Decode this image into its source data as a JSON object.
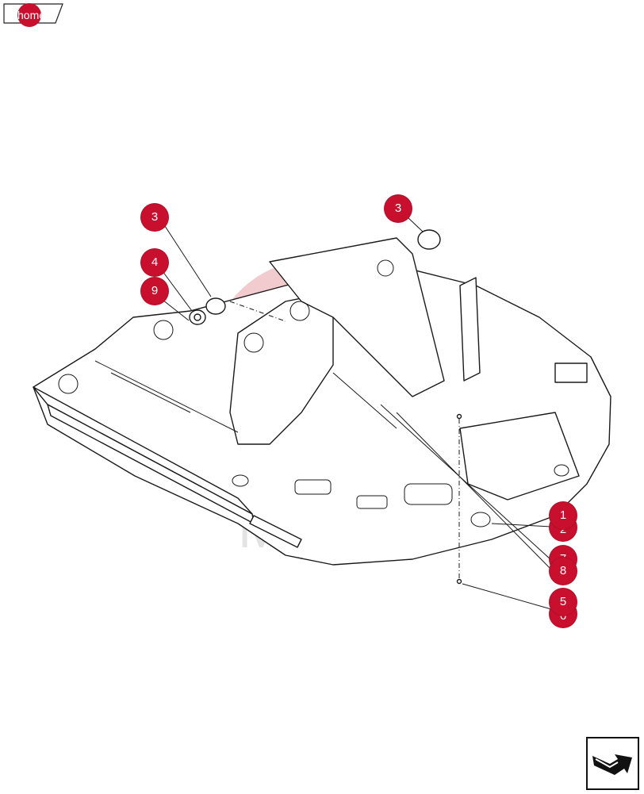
{
  "nav": {
    "home_label": "home"
  },
  "diagram": {
    "watermark_text": "MITEX",
    "callouts": [
      {
        "id": "a",
        "label": "3"
      },
      {
        "id": "b",
        "label": "3"
      },
      {
        "id": "c",
        "label": "4"
      },
      {
        "id": "d",
        "label": "9"
      },
      {
        "id": "e",
        "label": "1"
      },
      {
        "id": "f",
        "label": "2"
      },
      {
        "id": "g",
        "label": "7"
      },
      {
        "id": "h",
        "label": "8"
      },
      {
        "id": "i",
        "label": "6"
      },
      {
        "id": "j",
        "label": "5"
      }
    ]
  },
  "colors": {
    "callout": "#c8102e",
    "line": "#1a1a1a",
    "watermark": "#e8a0a8"
  }
}
